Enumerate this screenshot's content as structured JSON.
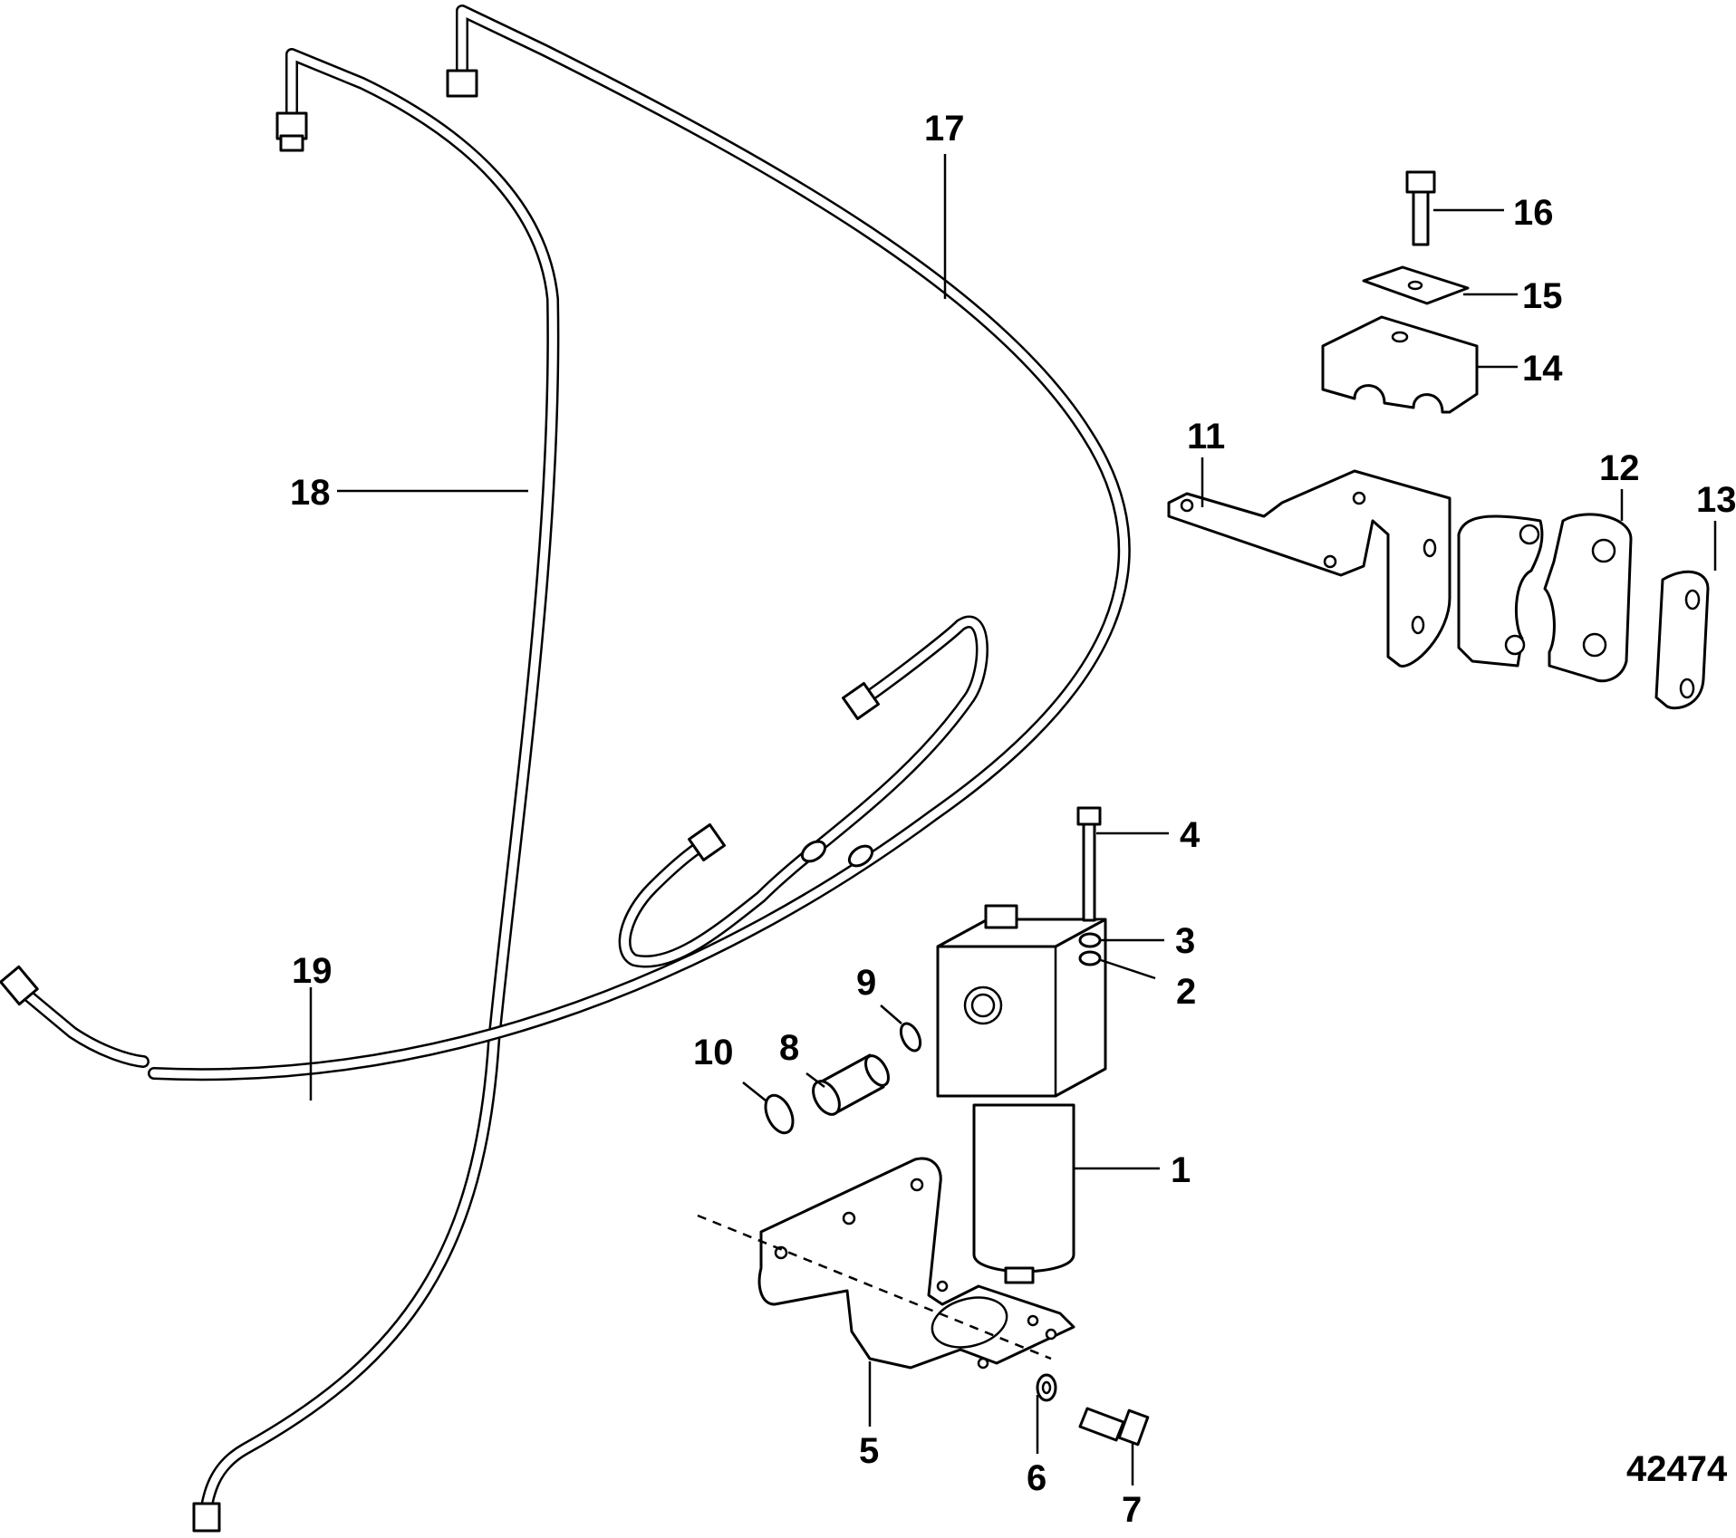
{
  "figure_id": "42474",
  "callouts": {
    "c1": "1",
    "c2": "2",
    "c3": "3",
    "c4": "4",
    "c5": "5",
    "c6": "6",
    "c7": "7",
    "c8": "8",
    "c9": "9",
    "c10": "10",
    "c11": "11",
    "c12": "12",
    "c13": "13",
    "c14": "14",
    "c15": "15",
    "c16": "16",
    "c17": "17",
    "c18": "18",
    "c19": "19"
  }
}
